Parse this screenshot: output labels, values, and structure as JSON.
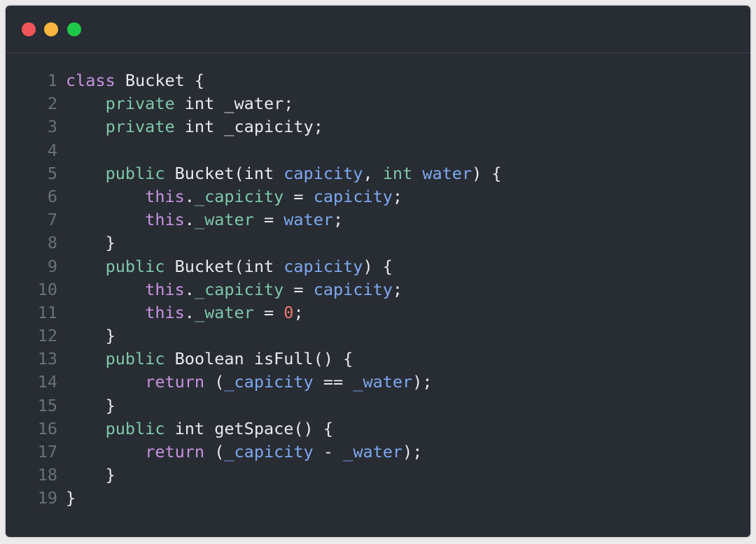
{
  "colors": {
    "kw": "#c594e0",
    "mod": "#7fc8a9",
    "param": "#7fa9f0",
    "num": "#f0766f",
    "plain": "#e8eaed",
    "line_number": "#66737a",
    "background": "#282c33"
  },
  "window_controls": [
    "close",
    "minimize",
    "maximize"
  ],
  "code": {
    "lines": [
      {
        "n": "1",
        "tokens": [
          [
            "class",
            "kw"
          ],
          [
            " Bucket {",
            "plain"
          ]
        ]
      },
      {
        "n": "2",
        "tokens": [
          [
            "    ",
            "plain"
          ],
          [
            "private",
            "mod"
          ],
          [
            " int _water;",
            "plain"
          ]
        ]
      },
      {
        "n": "3",
        "tokens": [
          [
            "    ",
            "plain"
          ],
          [
            "private",
            "mod"
          ],
          [
            " int _capicity;",
            "plain"
          ]
        ]
      },
      {
        "n": "4",
        "tokens": []
      },
      {
        "n": "5",
        "tokens": [
          [
            "    ",
            "plain"
          ],
          [
            "public",
            "mod"
          ],
          [
            " Bucket(int ",
            "plain"
          ],
          [
            "capicity",
            "param"
          ],
          [
            ", ",
            "plain"
          ],
          [
            "int",
            "mod"
          ],
          [
            " ",
            "plain"
          ],
          [
            "water",
            "param"
          ],
          [
            ") {",
            "plain"
          ]
        ]
      },
      {
        "n": "6",
        "tokens": [
          [
            "        ",
            "plain"
          ],
          [
            "this",
            "kw"
          ],
          [
            ".",
            "plain"
          ],
          [
            "_capicity",
            "mod"
          ],
          [
            " = ",
            "plain"
          ],
          [
            "capicity",
            "param"
          ],
          [
            ";",
            "plain"
          ]
        ]
      },
      {
        "n": "7",
        "tokens": [
          [
            "        ",
            "plain"
          ],
          [
            "this",
            "kw"
          ],
          [
            ".",
            "plain"
          ],
          [
            "_water",
            "mod"
          ],
          [
            " = ",
            "plain"
          ],
          [
            "water",
            "param"
          ],
          [
            ";",
            "plain"
          ]
        ]
      },
      {
        "n": "8",
        "tokens": [
          [
            "    }",
            "plain"
          ]
        ]
      },
      {
        "n": "9",
        "tokens": [
          [
            "    ",
            "plain"
          ],
          [
            "public",
            "mod"
          ],
          [
            " Bucket(int ",
            "plain"
          ],
          [
            "capicity",
            "param"
          ],
          [
            ") {",
            "plain"
          ]
        ]
      },
      {
        "n": "10",
        "tokens": [
          [
            "        ",
            "plain"
          ],
          [
            "this",
            "kw"
          ],
          [
            ".",
            "plain"
          ],
          [
            "_capicity",
            "mod"
          ],
          [
            " = ",
            "plain"
          ],
          [
            "capicity",
            "param"
          ],
          [
            ";",
            "plain"
          ]
        ]
      },
      {
        "n": "11",
        "tokens": [
          [
            "        ",
            "plain"
          ],
          [
            "this",
            "kw"
          ],
          [
            ".",
            "plain"
          ],
          [
            "_water",
            "mod"
          ],
          [
            " = ",
            "plain"
          ],
          [
            "0",
            "num"
          ],
          [
            ";",
            "plain"
          ]
        ]
      },
      {
        "n": "12",
        "tokens": [
          [
            "    }",
            "plain"
          ]
        ]
      },
      {
        "n": "13",
        "tokens": [
          [
            "    ",
            "plain"
          ],
          [
            "public",
            "mod"
          ],
          [
            " Boolean isFull() {",
            "plain"
          ]
        ]
      },
      {
        "n": "14",
        "tokens": [
          [
            "        ",
            "plain"
          ],
          [
            "return",
            "kw"
          ],
          [
            " (",
            "plain"
          ],
          [
            "_capicity",
            "param"
          ],
          [
            " == ",
            "plain"
          ],
          [
            "_water",
            "param"
          ],
          [
            ");",
            "plain"
          ]
        ]
      },
      {
        "n": "15",
        "tokens": [
          [
            "    }",
            "plain"
          ]
        ]
      },
      {
        "n": "16",
        "tokens": [
          [
            "    ",
            "plain"
          ],
          [
            "public",
            "mod"
          ],
          [
            " int getSpace() {",
            "plain"
          ]
        ]
      },
      {
        "n": "17",
        "tokens": [
          [
            "        ",
            "plain"
          ],
          [
            "return",
            "kw"
          ],
          [
            " (",
            "plain"
          ],
          [
            "_capicity",
            "param"
          ],
          [
            " - ",
            "plain"
          ],
          [
            "_water",
            "param"
          ],
          [
            ");",
            "plain"
          ]
        ]
      },
      {
        "n": "18",
        "tokens": [
          [
            "    }",
            "plain"
          ]
        ]
      },
      {
        "n": "19",
        "tokens": [
          [
            "}",
            "plain"
          ]
        ]
      }
    ]
  }
}
